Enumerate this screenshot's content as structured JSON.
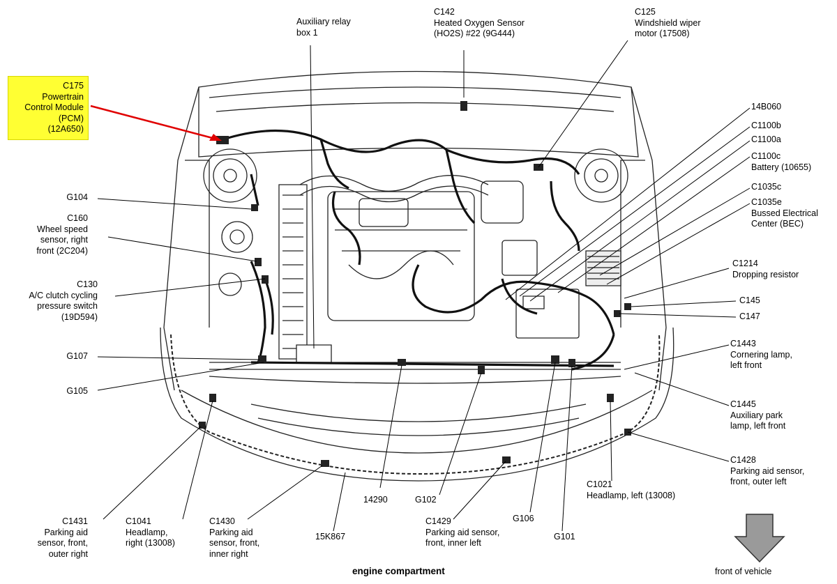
{
  "labels": {
    "c175": "C175\nPowertrain\nControl Module\n(PCM)\n(12A650)",
    "aux_relay": "Auxiliary relay\nbox 1",
    "c142": "C142\nHeated Oxygen Sensor\n(HO2S) #22 (9G444)",
    "c125": "C125\nWindshield wiper\nmotor (17508)",
    "g104": "G104",
    "c160": "C160\nWheel speed\nsensor, right\nfront (2C204)",
    "c130": "C130\nA/C clutch cycling\npressure switch\n(19D594)",
    "g107": "G107",
    "g105": "G105",
    "r14b060": "14B060",
    "c1100b": "C1100b",
    "c1100a": "C1100a",
    "c1100c": "C1100c\nBattery (10655)",
    "c1035c": "C1035c",
    "c1035e": "C1035e\nBussed Electrical\nCenter (BEC)",
    "c1214": "C1214\nDropping resistor",
    "c145": "C145",
    "c147": "C147",
    "c1443": "C1443\nCornering lamp,\nleft front",
    "c1445": "C1445\nAuxiliary park\nlamp, left front",
    "c1428": "C1428\nParking aid sensor,\nfront, outer left",
    "c1021": "C1021\nHeadlamp, left (13008)",
    "r14290": "14290",
    "g102": "G102",
    "g106": "G106",
    "g101": "G101",
    "c1431": "C1431\nParking aid\nsensor, front,\nouter right",
    "c1041": "C1041\nHeadlamp,\nright (13008)",
    "c1430": "C1430\nParking aid\nsensor, front,\ninner right",
    "r15k867": "15K867",
    "c1429": "C1429\nParking aid sensor,\nfront, inner left",
    "front_of_vehicle": "front of vehicle"
  },
  "caption": "engine compartment",
  "colors": {
    "highlight": "#ffff33",
    "pointer_highlight": "#e00000",
    "line": "#000000",
    "arrow_fill": "#9a9a9a"
  }
}
